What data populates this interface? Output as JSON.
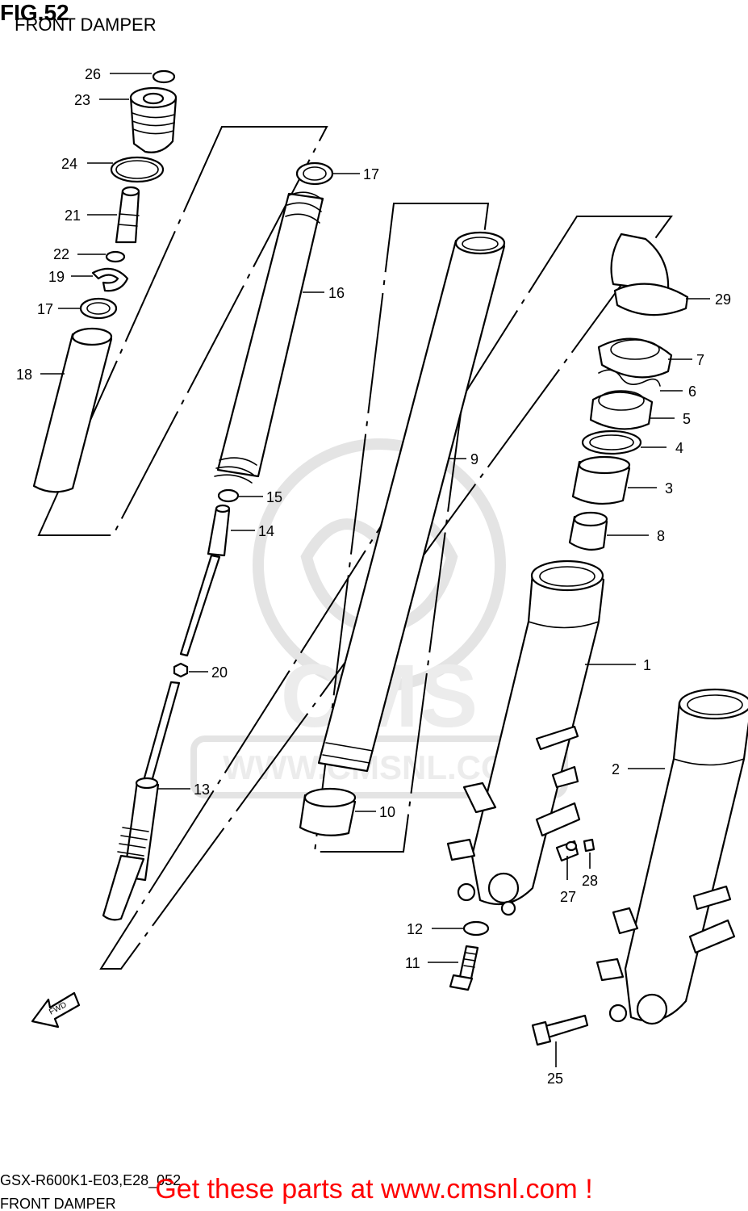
{
  "header": {
    "figure_number": "FIG.52",
    "figure_title": "FRONT DAMPER"
  },
  "footer": {
    "model_code": "GSX-R600K1-E03,E28_052",
    "section_title": "FRONT DAMPER",
    "promo_text": "Get these parts at www.cmsnl.com !"
  },
  "watermark": {
    "logo_text": "CMS",
    "url_text": "WWW.CMSNL.COM"
  },
  "direction_arrow": {
    "label": "FWD"
  },
  "callouts": {
    "c1": "1",
    "c2": "2",
    "c3": "3",
    "c4": "4",
    "c5": "5",
    "c6": "6",
    "c7": "7",
    "c8": "8",
    "c9": "9",
    "c10": "10",
    "c11": "11",
    "c12": "12",
    "c13": "13",
    "c14": "14",
    "c15": "15",
    "c16": "16",
    "c17a": "17",
    "c17b": "17",
    "c18": "18",
    "c19": "19",
    "c20": "20",
    "c21": "21",
    "c22": "22",
    "c23": "23",
    "c24": "24",
    "c25": "25",
    "c26": "26",
    "c27": "27",
    "c28": "28",
    "c29": "29"
  },
  "colors": {
    "line": "#000000",
    "background": "#ffffff",
    "watermark": "#e4e4e4",
    "promo": "#ff0000"
  }
}
